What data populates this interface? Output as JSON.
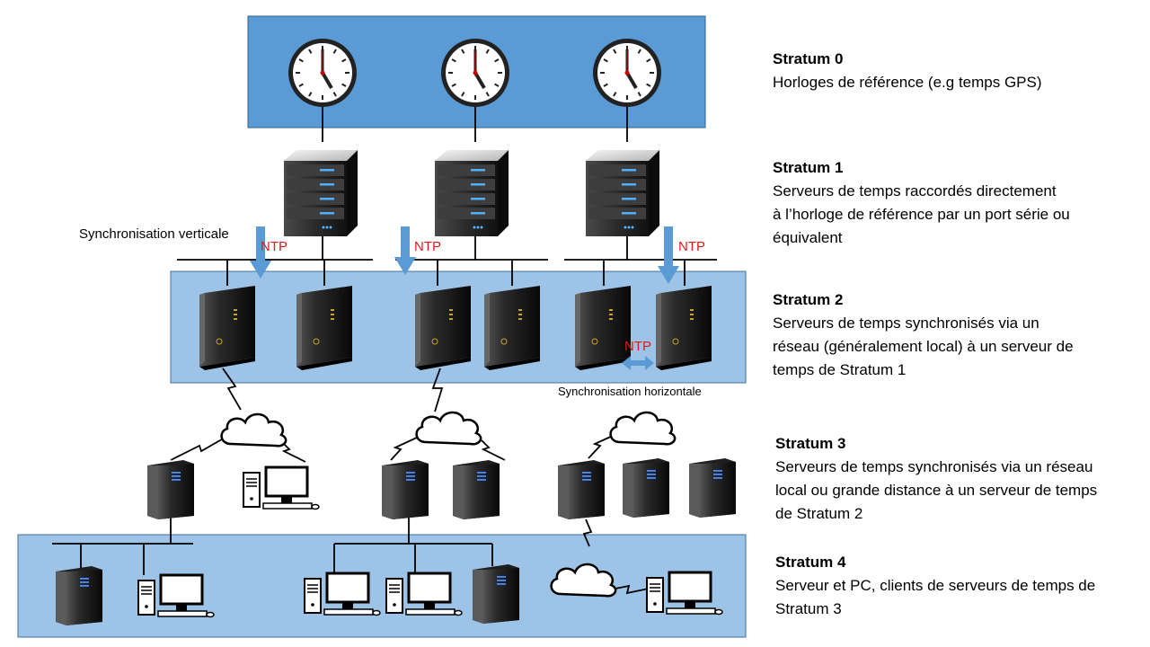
{
  "colors": {
    "band_dark": "#5b9bd5",
    "band_light": "#9dc3e6",
    "ntp_text": "#e0191b",
    "arrow": "#5b9bd5"
  },
  "icons": [
    "clock-icon",
    "rack-server-icon",
    "tower-server-icon",
    "desktop-pc-icon",
    "cloud-icon",
    "lightning-link-icon",
    "arrow-down-icon",
    "double-arrow-icon"
  ],
  "labels": {
    "sync_vertical": "Synchronisation verticale",
    "sync_horizontal": "Synchronisation horizontale",
    "ntp": "NTP"
  },
  "strata": [
    {
      "title": "Stratum 0",
      "desc": "Horloges de référence (e.g temps GPS)"
    },
    {
      "title": "Stratum 1",
      "desc": "Serveurs de temps raccordés directement\nà l’horloge de référence par un port série ou\néquivalent"
    },
    {
      "title": "Stratum 2",
      "desc": "Serveurs de temps synchronisés via un\nréseau (généralement local) à un serveur de\ntemps de Stratum 1"
    },
    {
      "title": "Stratum 3",
      "desc": "Serveurs de temps synchronisés via un réseau\nlocal ou grande distance à un serveur de temps\nde Stratum 2"
    },
    {
      "title": "Stratum 4",
      "desc": "Serveur et PC, clients de serveurs de temps de\nStratum 3"
    }
  ]
}
